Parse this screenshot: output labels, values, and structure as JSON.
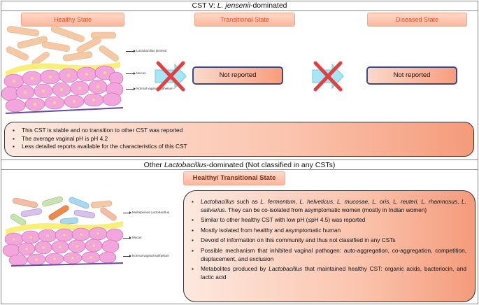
{
  "top_section": {
    "title_prefix": "CST V: ",
    "title_italic": "L. jensenii",
    "title_suffix": "-dominated",
    "states": {
      "healthy": "Healthy State",
      "transitional": "Transitional State",
      "diseased": "Diseased State"
    },
    "not_reported_transitional": "Not reported",
    "not_reported_diseased": "Not reported",
    "annotations": {
      "lacto": "Lactobacillus jensenii",
      "mucus": "Mucus",
      "epithelium": "Normal vaginal epithelium"
    },
    "bullets": [
      "This CST is stable and no transition to other CST was reported",
      "The average vaginal pH is pH 4.2",
      "Less detailed reports available for the characteristics of this CST"
    ]
  },
  "bottom_section": {
    "title_prefix": "Other ",
    "title_italic": "Lactobacillus",
    "title_suffix": "-dominated (Not classified in any CSTs)",
    "state": "Healthy/ Transitional State",
    "annotations": {
      "lacto": "Multispecies Lactobacillus",
      "mucus": "Mucus",
      "epithelium": "Normal vaginal epithelium"
    },
    "bullet1": {
      "i1": "Lactobacillus",
      "t1": " such as ",
      "i2": "L. fermentum",
      "t2": ", ",
      "i3": "L. helveticus",
      "t3": ", ",
      "i4": "L. mucosae",
      "t4": ", ",
      "i5": "L. oris",
      "t5": ", ",
      "i6": "L. reuteri",
      "t6": ", ",
      "i7": "L. rhamnosus",
      "t7": ", ",
      "i8": "L. salivarius",
      "t8": ". They can be co-isolated from asymptomatic women (mostly in Indian women)"
    },
    "bullets_mid": [
      "Similar to other healthy CST with low pH (≤pH 4.5) was reported",
      "Mostly isolated from healthy and asymptomatic human",
      "Devoid of information on this community and thus not classified in any CSTs",
      "Possible mechanism that inhibited vaginal pathogen: auto-aggregation, co-aggregation, competition, displacement, and exclusion"
    ],
    "bullet_last": {
      "t1": "Metabolites produced by ",
      "i1": "Lactobacillus",
      "t2": " that maintained healthy CST: organic acids, bacteriocin, and lactic acid"
    }
  },
  "colors": {
    "salmon_light": "#fde8df",
    "salmon_dark": "#f49b7b",
    "label_text": "#e0502d",
    "arrow_fill": "#a8e6f5",
    "cross": "#e04040",
    "epithelium": "#f3a6dd",
    "mucus": "#f7ef7a",
    "basement": "#6a48a8",
    "lacto_tan": "#f4c9a6"
  },
  "icons": {
    "transition_blocked": "crossed-arrow-icon",
    "bullet": "square-bullet-icon"
  }
}
